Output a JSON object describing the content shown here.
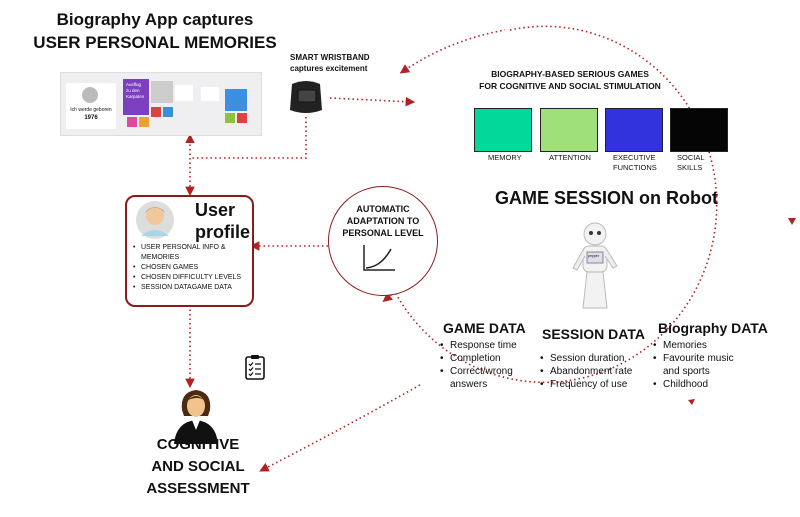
{
  "app": {
    "title_line1": "Biography App captures",
    "title_line2": "USER PERSONAL MEMORIES",
    "screenshot_text1": "Ich werde geboren",
    "screenshot_text2": "1976",
    "screenshot_tile": "Ausflug zu den Karpaten"
  },
  "wristband": {
    "line1": "SMART WRISTBAND",
    "line2": "captures excitement"
  },
  "games": {
    "title_line1": "BIOGRAPHY-BASED SERIOUS GAMES",
    "title_line2": "FOR COGNITIVE AND SOCIAL STIMULATION",
    "items": [
      {
        "label": "MEMORY",
        "color": "#00d999"
      },
      {
        "label": "ATTENTION",
        "color": "#a0e07a"
      },
      {
        "label": "EXECUTIVE FUNCTIONS",
        "color": "#3333dd"
      },
      {
        "label": "SOCIAL SKILLS",
        "color": "#050505"
      }
    ]
  },
  "session": {
    "title": "GAME SESSION on Robot",
    "robot_screen": "pepper"
  },
  "data_sections": {
    "game": {
      "title": "GAME DATA",
      "items": [
        "Response time",
        "Completion",
        "Correct/wrong answers"
      ]
    },
    "session": {
      "title": "SESSION DATA",
      "items": [
        "Session duration",
        "Abandonment rate",
        "Frequency of use"
      ]
    },
    "biography": {
      "title": "Biography  DATA",
      "items": [
        "Memories",
        "Favourite music and sports",
        "Childhood"
      ]
    }
  },
  "user_profile": {
    "title_line1": "User",
    "title_line2": "profile",
    "items": [
      "USER PERSONAL INFO & MEMORIES",
      "CHOSEN GAMES",
      "CHOSEN DIFFICULTY LEVELS",
      "SESSION DATAGAME  DATA"
    ]
  },
  "adaptation": {
    "line1": "AUTOMATIC",
    "line2": "ADAPTATION TO",
    "line3": "PERSONAL LEVEL"
  },
  "assessment": {
    "line1": "COGNITIVE",
    "line2": "AND SOCIAL",
    "line3": "ASSESSMENT"
  },
  "colors": {
    "arrow": "#b22222",
    "border": "#8a1c1c"
  }
}
